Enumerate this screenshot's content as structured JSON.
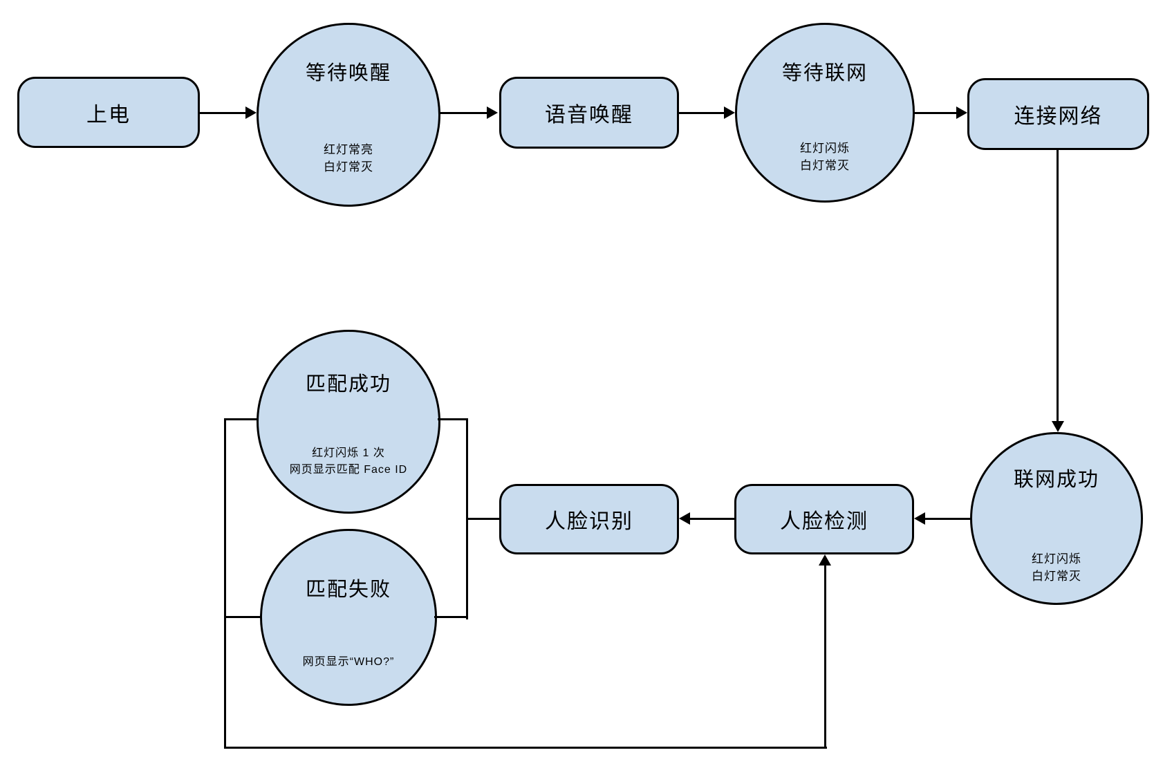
{
  "diagram": {
    "background": "#ffffff",
    "node_fill": "#c9dcee",
    "node_border": "#000000",
    "connector_color": "#000000"
  },
  "nodes": {
    "power_on": {
      "label": "上电"
    },
    "wait_wake": {
      "title": "等待唤醒",
      "sub_line1": "红灯常亮",
      "sub_line2": "白灯常灭"
    },
    "voice_wake": {
      "label": "语音唤醒"
    },
    "wait_network": {
      "title": "等待联网",
      "sub_line1": "红灯闪烁",
      "sub_line2": "白灯常灭"
    },
    "connect_network": {
      "label": "连接网络"
    },
    "network_success": {
      "title": "联网成功",
      "sub_line1": "红灯闪烁",
      "sub_line2": "白灯常灭"
    },
    "face_detect": {
      "label": "人脸检测"
    },
    "face_recognize": {
      "label": "人脸识别"
    },
    "match_success": {
      "title": "匹配成功",
      "sub_line1": "红灯闪烁 1 次",
      "sub_line2": "网页显示匹配 Face ID"
    },
    "match_fail": {
      "title": "匹配失败",
      "sub_line1": "网页显示“WHO?”"
    }
  }
}
